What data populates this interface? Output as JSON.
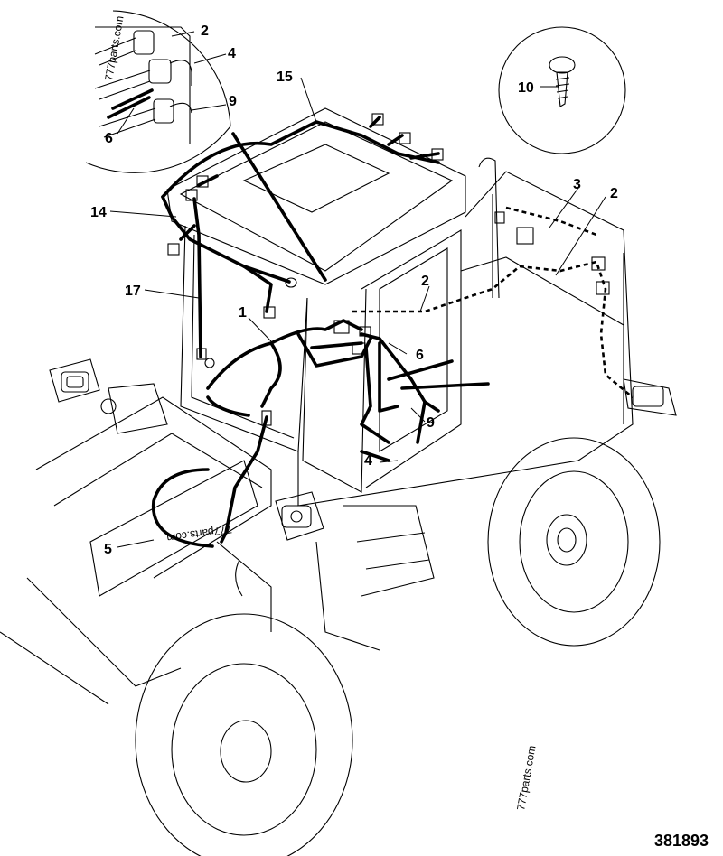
{
  "figure_number": "381893",
  "watermarks": [
    "777parts.com",
    "777parts.com",
    "777parts.com"
  ],
  "callouts": [
    {
      "id": "c1",
      "text": "1"
    },
    {
      "id": "c2-detail",
      "text": "2"
    },
    {
      "id": "c2-cab",
      "text": "2"
    },
    {
      "id": "c2-rear",
      "text": "2"
    },
    {
      "id": "c3",
      "text": "3"
    },
    {
      "id": "c4-detail",
      "text": "4"
    },
    {
      "id": "c4-cab",
      "text": "4"
    },
    {
      "id": "c5",
      "text": "5"
    },
    {
      "id": "c6-detail",
      "text": "6"
    },
    {
      "id": "c6-cab",
      "text": "6"
    },
    {
      "id": "c9-detail",
      "text": "9"
    },
    {
      "id": "c9-cab",
      "text": "9"
    },
    {
      "id": "c10",
      "text": "10"
    },
    {
      "id": "c14",
      "text": "14"
    },
    {
      "id": "c15",
      "text": "15"
    },
    {
      "id": "c17",
      "text": "17"
    }
  ]
}
